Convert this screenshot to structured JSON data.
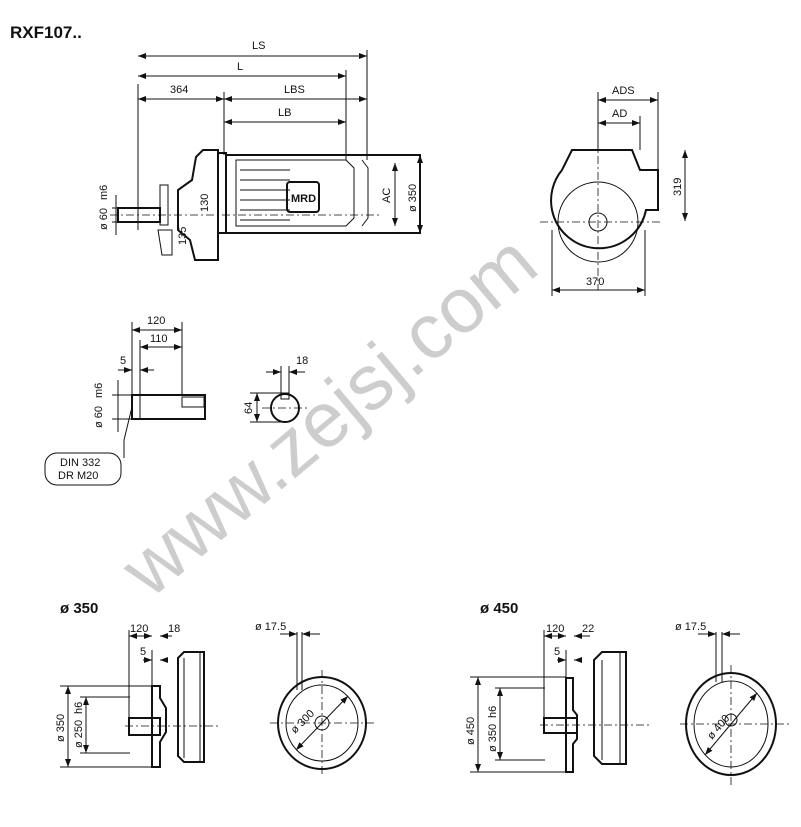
{
  "title": "RXF107..",
  "main_view": {
    "dims": {
      "ls": "LS",
      "l": "L",
      "d364": "364",
      "lbs": "LBS",
      "lb": "LB",
      "ac": "AC",
      "dia350": "ø 350",
      "shaft_dia": "ø 60",
      "shaft_tol": "m6",
      "d130": "130",
      "d135": "135"
    },
    "motor_label": "MRD"
  },
  "side_view": {
    "ads": "ADS",
    "ad": "AD",
    "d319": "319",
    "d370": "370"
  },
  "shaft_detail": {
    "d120": "120",
    "d110": "110",
    "d5": "5",
    "shaft_dia": "ø 60",
    "shaft_tol": "m6",
    "thread_line1": "DIN 332",
    "thread_line2": "DR M20"
  },
  "key_detail": {
    "d18": "18",
    "d64": "64"
  },
  "flange_350": {
    "title": "ø 350",
    "d120": "120",
    "d18": "18",
    "d5": "5",
    "outer": "ø 350",
    "spigot": "ø 250",
    "spigot_tol": "h6",
    "hole": "ø 17.5",
    "pcd": "ø 300"
  },
  "flange_450": {
    "title": "ø 450",
    "d120": "120",
    "d22": "22",
    "d5": "5",
    "outer": "ø 450",
    "spigot": "ø 350",
    "spigot_tol": "h6",
    "hole": "ø 17.5",
    "pcd": "ø 400"
  },
  "watermark": "www.zejsj.com"
}
